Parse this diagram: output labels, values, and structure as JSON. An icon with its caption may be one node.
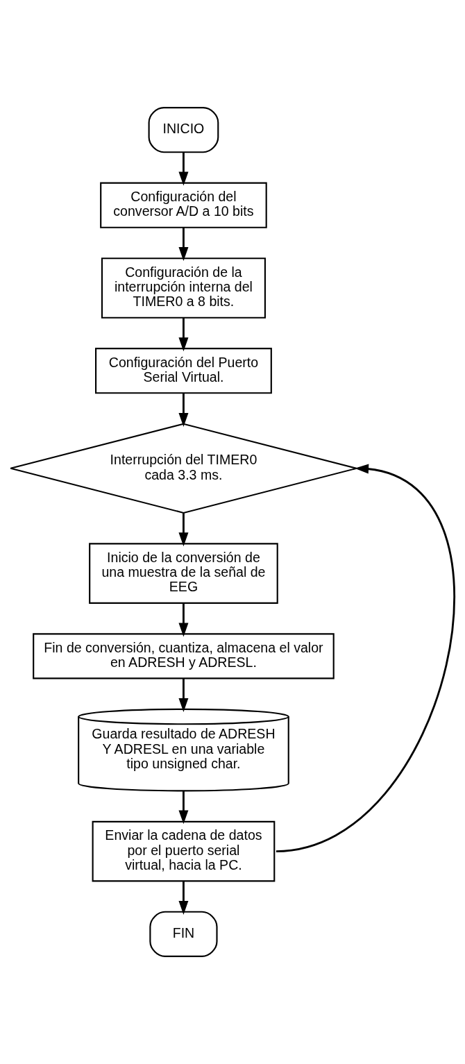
{
  "diagram": {
    "nodes": [
      {
        "text": [
          "INICIO"
        ]
      },
      {
        "text": [
          "Configuración del conversor A/D a 10 bits"
        ]
      },
      {
        "text": [
          "Configuración de la interrupción interna del TIMER0 a 8 bits."
        ]
      },
      {
        "text": [
          "Configuración del Puerto Serial Virtual."
        ]
      },
      {
        "text": [
          "Interrupción del TIMER0 cada 3.3 ms."
        ]
      },
      {
        "text": [
          "Inicio de la conversión de una muestra de la señal de EEG"
        ]
      },
      {
        "text": [
          "Fin de conversión, cuantiza, almacena el valor en ADRESH y ADRESL."
        ]
      },
      {
        "text": [
          "Guarda resultado de ADRESH Y ADRESL en una variable tipo unsigned char."
        ]
      },
      {
        "text": [
          "Enviar la cadena de datos por el puerto serial virtual, hacia la PC."
        ]
      },
      {
        "text": [
          "FIN"
        ]
      }
    ],
    "edges": [
      {
        "from": 0,
        "to": 1,
        "arrow": "to"
      },
      {
        "from": 1,
        "to": 2,
        "arrow": "to"
      },
      {
        "from": 2,
        "to": 3,
        "arrow": "to"
      },
      {
        "from": 3,
        "to": 4,
        "arrow": "to"
      },
      {
        "from": 4,
        "to": 5,
        "arrow": "to"
      },
      {
        "from": 5,
        "to": 6,
        "arrow": "to"
      },
      {
        "from": 6,
        "to": 7,
        "arrow": "to"
      },
      {
        "from": 7,
        "to": 8,
        "arrow": "to"
      },
      {
        "from": 8,
        "to": 9,
        "arrow": "to"
      },
      {
        "from": 8,
        "to": 4,
        "arrow": "to"
      }
    ]
  }
}
